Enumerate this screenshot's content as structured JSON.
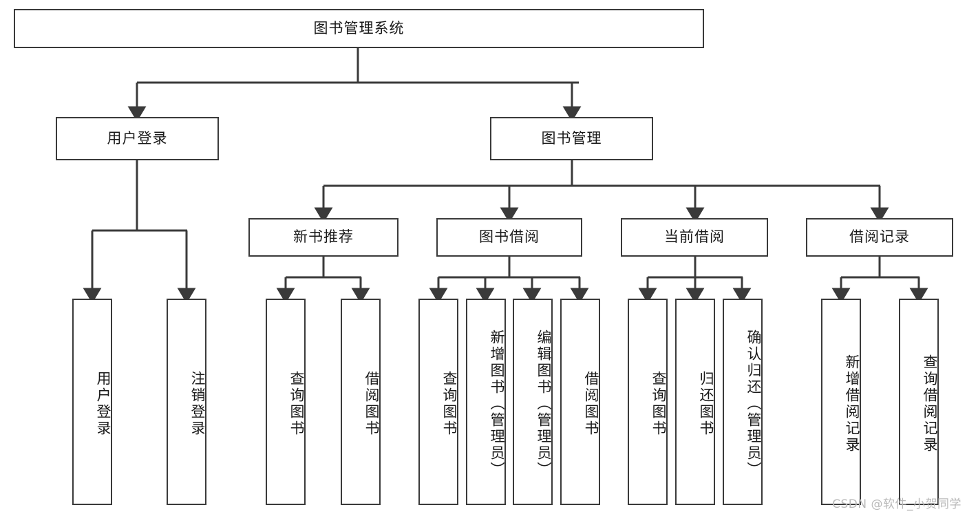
{
  "diagram": {
    "title": "图书管理系统",
    "type": "tree",
    "stroke_color": "#3a3a3a",
    "background_color": "#ffffff",
    "text_color": "#1a1a1a",
    "root": {
      "label": "图书管理系统"
    },
    "level2": [
      {
        "label": "用户登录"
      },
      {
        "label": "图书管理"
      }
    ],
    "level3": [
      {
        "label": "新书推荐"
      },
      {
        "label": "图书借阅"
      },
      {
        "label": "当前借阅"
      },
      {
        "label": "借阅记录"
      }
    ],
    "leaves": {
      "user_login": [
        {
          "label": "用户登录"
        },
        {
          "label": "注销登录"
        }
      ],
      "new_book_recommend": [
        {
          "label": "查询图书"
        },
        {
          "label": "借阅图书"
        }
      ],
      "book_borrow": [
        {
          "label": "查询图书"
        },
        {
          "label": "新增图书（管理员）"
        },
        {
          "label": "编辑图书（管理员）"
        },
        {
          "label": "借阅图书"
        }
      ],
      "current_borrow": [
        {
          "label": "查询图书"
        },
        {
          "label": "归还图书"
        },
        {
          "label": "确认归还（管理员）"
        }
      ],
      "borrow_record": [
        {
          "label": "新增借阅记录"
        },
        {
          "label": "查询借阅记录"
        }
      ]
    }
  },
  "watermark": {
    "text": "CSDN @软件_小贺同学"
  }
}
